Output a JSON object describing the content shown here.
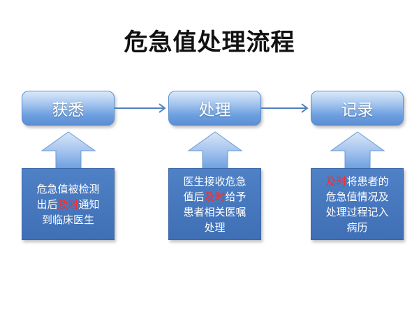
{
  "title": "危急值处理流程",
  "steps": [
    {
      "label": "获悉"
    },
    {
      "label": "处理"
    },
    {
      "label": "记录"
    }
  ],
  "notes": [
    {
      "line1a": "危急值被检测",
      "line2a": "出后",
      "line2hl": "及时",
      "line2b": "通知",
      "line3": "到临床医生"
    },
    {
      "line1": "医生接收危急",
      "line2a": "值后",
      "line2hl": "及时",
      "line2b": "给予",
      "line3": "患者相关医嘱",
      "line4": "处理"
    },
    {
      "line1hl": "及时",
      "line1b": "将患者的",
      "line2": "危急值情况及",
      "line3": "处理过程记入",
      "line4": "病历"
    }
  ],
  "colors": {
    "highlight": "#ff2a2a",
    "box": "#6ea0e0",
    "note": "#4f81c7"
  }
}
